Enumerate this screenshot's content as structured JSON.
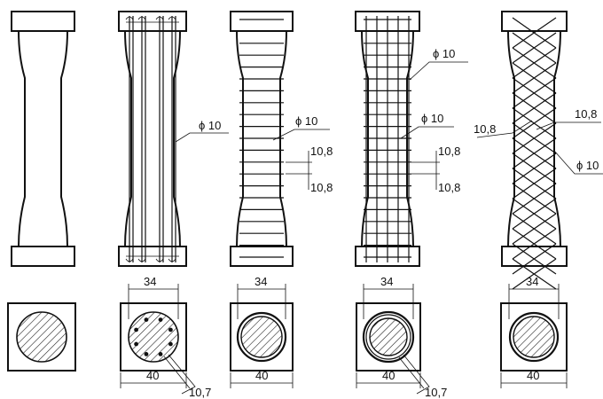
{
  "specimens": [
    {
      "id": "unreinforced",
      "elevation_labels": [],
      "section": {
        "top_dim": "",
        "bottom_dim": "",
        "leader": ""
      }
    },
    {
      "id": "longitudinal",
      "elevation_labels": [
        "ϕ 10"
      ],
      "section": {
        "top_dim": "34",
        "bottom_dim": "40",
        "leader": "10,7"
      }
    },
    {
      "id": "hoops",
      "elevation_labels": [
        "ϕ 10",
        "10,8",
        "10,8"
      ],
      "section": {
        "top_dim": "34",
        "bottom_dim": "40",
        "leader": ""
      }
    },
    {
      "id": "longitudinal-and-hoops",
      "elevation_labels": [
        "ϕ 10",
        "ϕ 10",
        "10,8",
        "10,8"
      ],
      "section": {
        "top_dim": "34",
        "bottom_dim": "40",
        "leader": "10,7"
      }
    },
    {
      "id": "helical",
      "elevation_labels": [
        "10,8",
        "10,8",
        "ϕ 10"
      ],
      "section": {
        "top_dim": "34",
        "bottom_dim": "40",
        "leader": ""
      }
    }
  ],
  "colors": {
    "ink": "#111111",
    "background": "#ffffff"
  }
}
